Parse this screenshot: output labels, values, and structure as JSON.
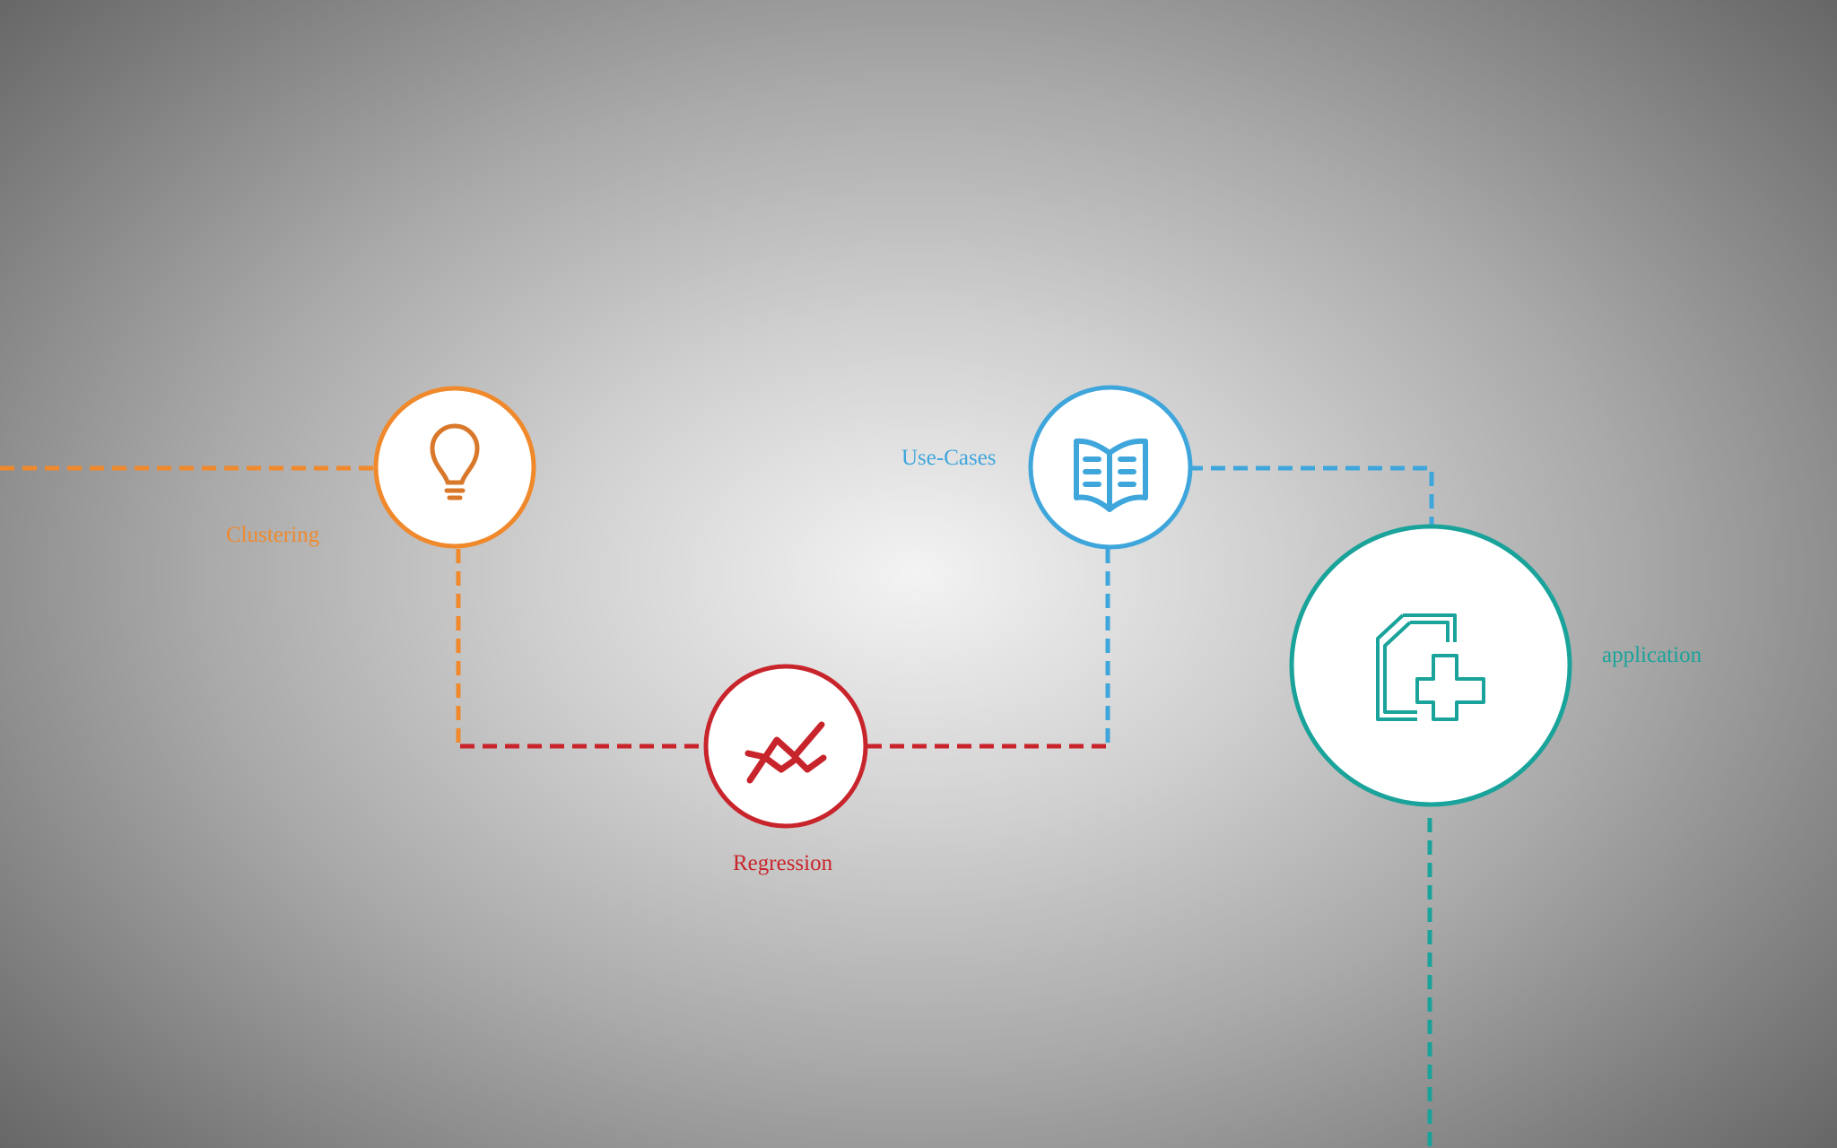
{
  "nodes": {
    "clustering": {
      "label": "Clustering",
      "icon": "lightbulb-icon",
      "color": "#f0892c"
    },
    "regression": {
      "label": "Regression",
      "icon": "trend-chart-icon",
      "color": "#c8242b"
    },
    "use_cases": {
      "label": "Use-Cases",
      "icon": "open-book-icon",
      "color": "#3fa6dc"
    },
    "application": {
      "label": "application",
      "icon": "document-plus-icon",
      "color": "#1aa39a"
    }
  }
}
